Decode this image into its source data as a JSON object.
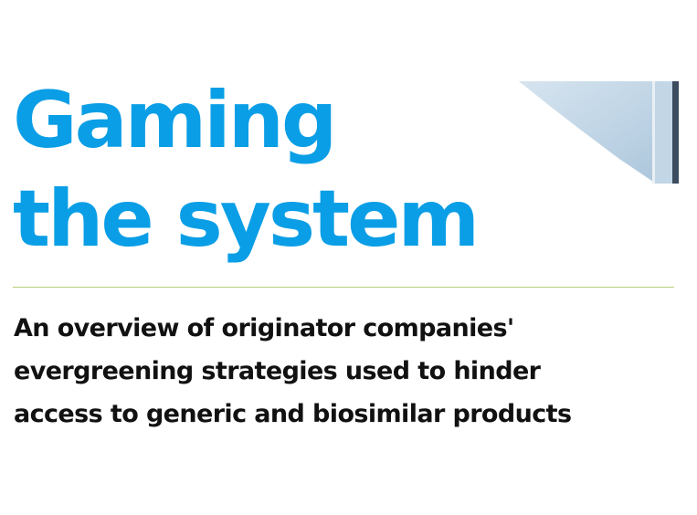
{
  "title": {
    "line1": "Gaming",
    "line2": "the system"
  },
  "subtitle": {
    "line1": "An overview of originator companies'",
    "line2": "evergreening strategies used to hinder",
    "line3": "access to generic and biosimilar products"
  },
  "colors": {
    "title": "#0a9ee6",
    "subtitle": "#111111",
    "rule": "#b5cf7a",
    "background": "#ffffff"
  }
}
